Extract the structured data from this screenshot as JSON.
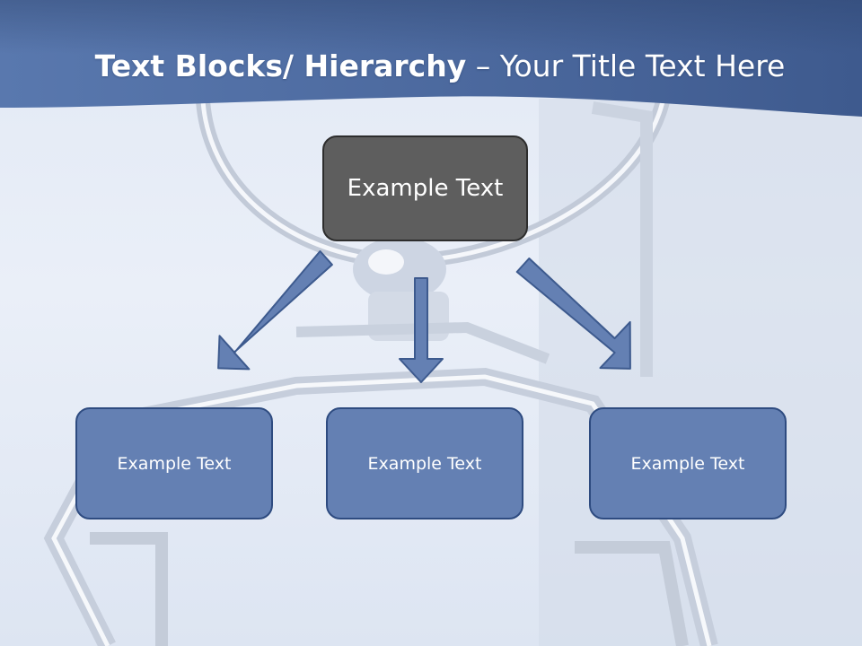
{
  "title": {
    "bold_part": "Text Blocks/ Hierarchy",
    "separator": " – ",
    "regular_part": "Your Title Text Here"
  },
  "hierarchy": {
    "top": {
      "label": "Example Text"
    },
    "children": [
      {
        "label": "Example Text"
      },
      {
        "label": "Example Text"
      },
      {
        "label": "Example Text"
      }
    ]
  },
  "colors": {
    "header_band": "#4c6aa0",
    "top_box_fill": "#5e5e5e",
    "child_box_fill": "#6480b3",
    "arrow_fill": "#6480b3"
  }
}
